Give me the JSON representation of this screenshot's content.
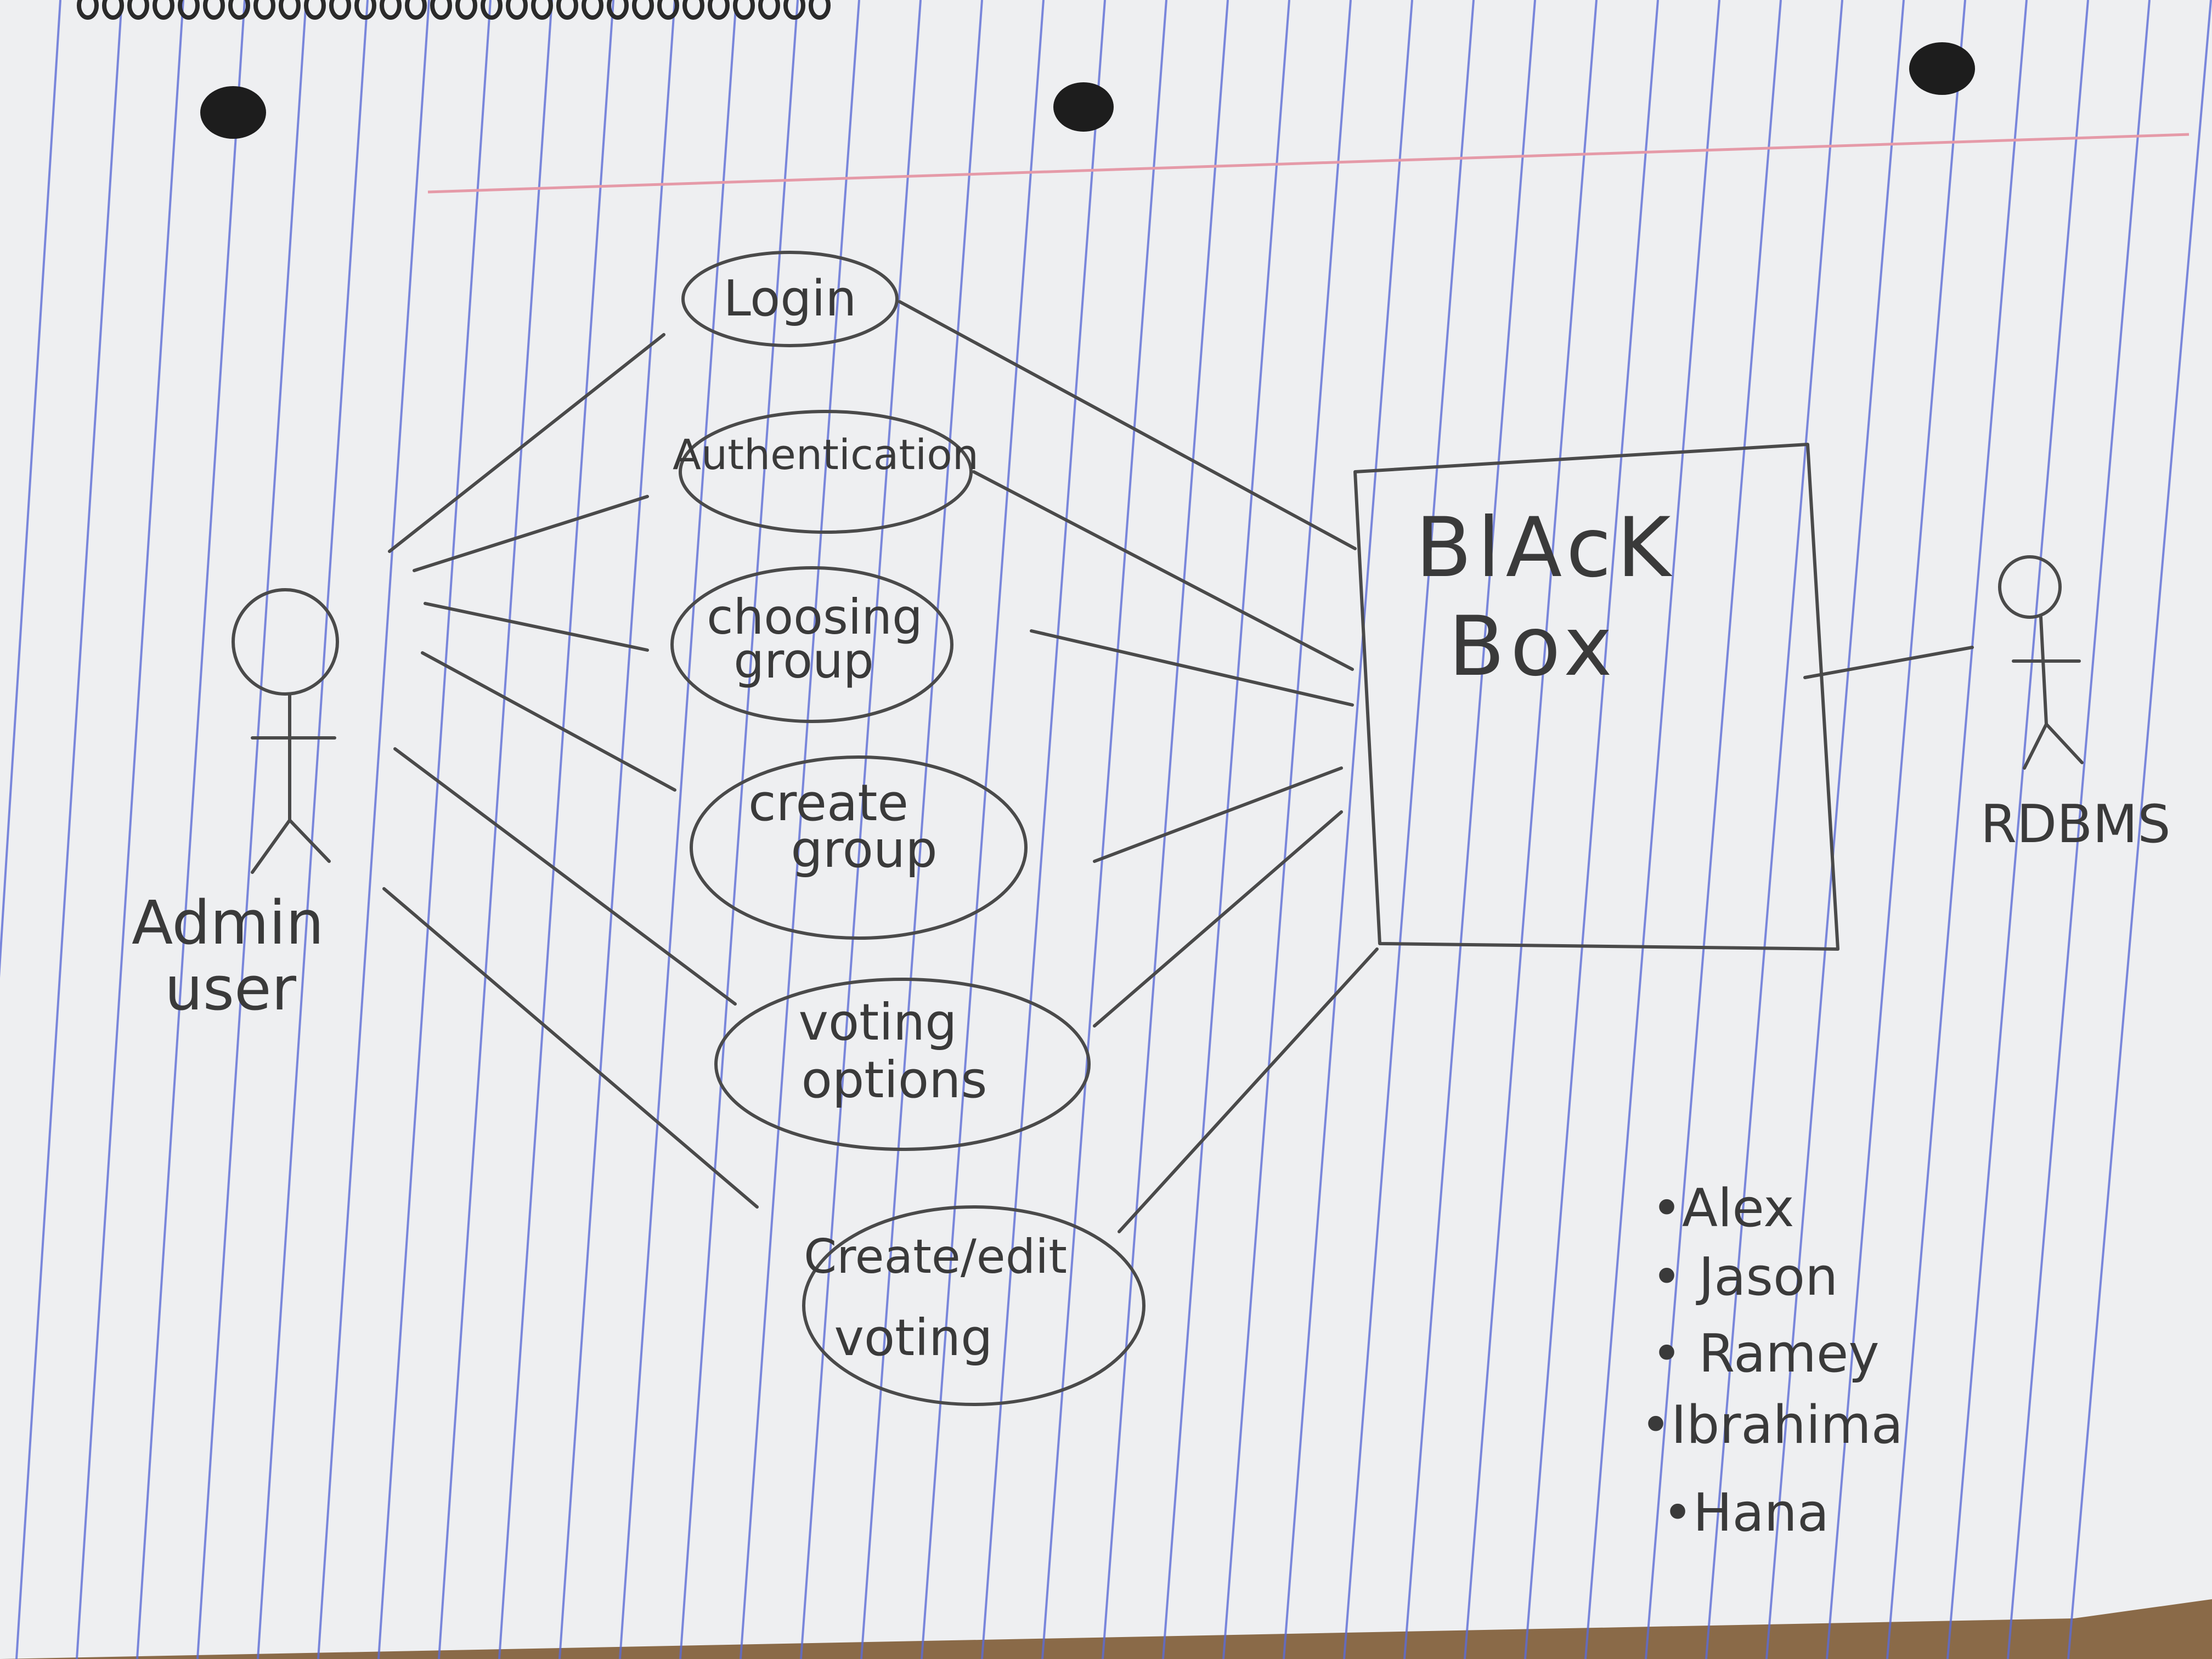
{
  "colors": {
    "paper": "#eeeff1",
    "rule_line": "#5b6bd6",
    "margin_line": "#e59aa8",
    "ink": "#3d3d3d",
    "desk": "#8a6a48",
    "spiral": "#2a2a2a"
  },
  "diagram": {
    "actors": [
      {
        "id": "admin",
        "label_lines": [
          "Admin",
          "user"
        ]
      },
      {
        "id": "rdbms",
        "label_lines": [
          "RDBMS"
        ]
      }
    ],
    "system_box": {
      "label_lines": [
        "BlAcK",
        "Box"
      ]
    },
    "use_cases": [
      {
        "id": "login",
        "label_lines": [
          "Login"
        ]
      },
      {
        "id": "authentication",
        "label_lines": [
          "Authentication"
        ]
      },
      {
        "id": "choosing-group",
        "label_lines": [
          "choosing",
          "group"
        ]
      },
      {
        "id": "create-group",
        "label_lines": [
          "create",
          "group"
        ]
      },
      {
        "id": "voting-options",
        "label_lines": [
          "voting",
          "options"
        ]
      },
      {
        "id": "create-edit-voting",
        "label_lines": [
          "Create/edit",
          "voting"
        ]
      }
    ],
    "team_members": [
      "•Alex",
      "• Jason",
      "• Ramey",
      "•Ibrahima",
      "•Hana"
    ]
  }
}
